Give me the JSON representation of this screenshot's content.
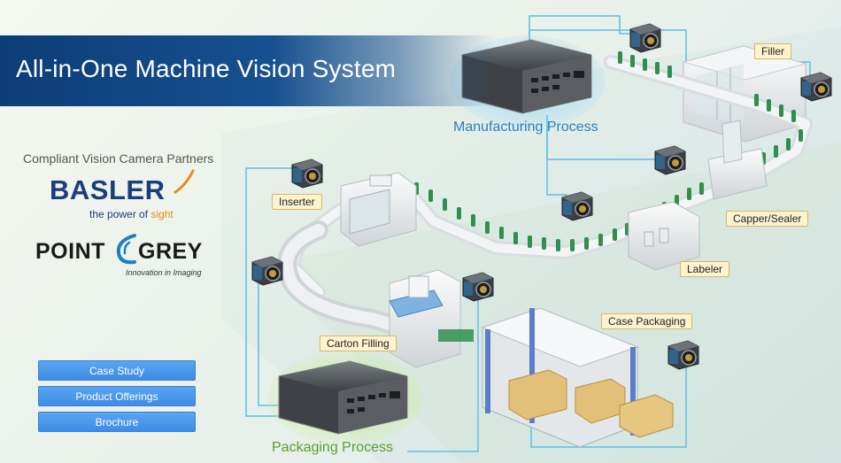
{
  "header": {
    "title": "All-in-One Machine Vision System"
  },
  "partners": {
    "heading": "Compliant Vision Camera Partners",
    "basler": {
      "name": "BASLER",
      "tagline_prefix": "the power of ",
      "tagline_accent": "sight"
    },
    "pointgrey": {
      "name_left": "POINT",
      "name_right": "GREY",
      "tagline": "Innovation in Imaging"
    }
  },
  "buttons": [
    {
      "label": "Case Study"
    },
    {
      "label": "Product Offerings"
    },
    {
      "label": "Brochure"
    }
  ],
  "process_labels": {
    "manufacturing": "Manufacturing Process",
    "packaging": "Packaging Process"
  },
  "stations": {
    "filler": "Filler",
    "inserter": "Inserter",
    "capper_sealer": "Capper/Sealer",
    "labeler": "Labeler",
    "carton_filling": "Carton Filling",
    "case_packaging": "Case Packaging"
  },
  "colors": {
    "banner": "#16508f",
    "manufacturing_text": "#2a7fc4",
    "packaging_text": "#5a9e2a",
    "button": "#3d8be6",
    "connector": "#5bc0e8",
    "bottle": "#2f8f4e",
    "label_bg": "#fdf3cf"
  }
}
